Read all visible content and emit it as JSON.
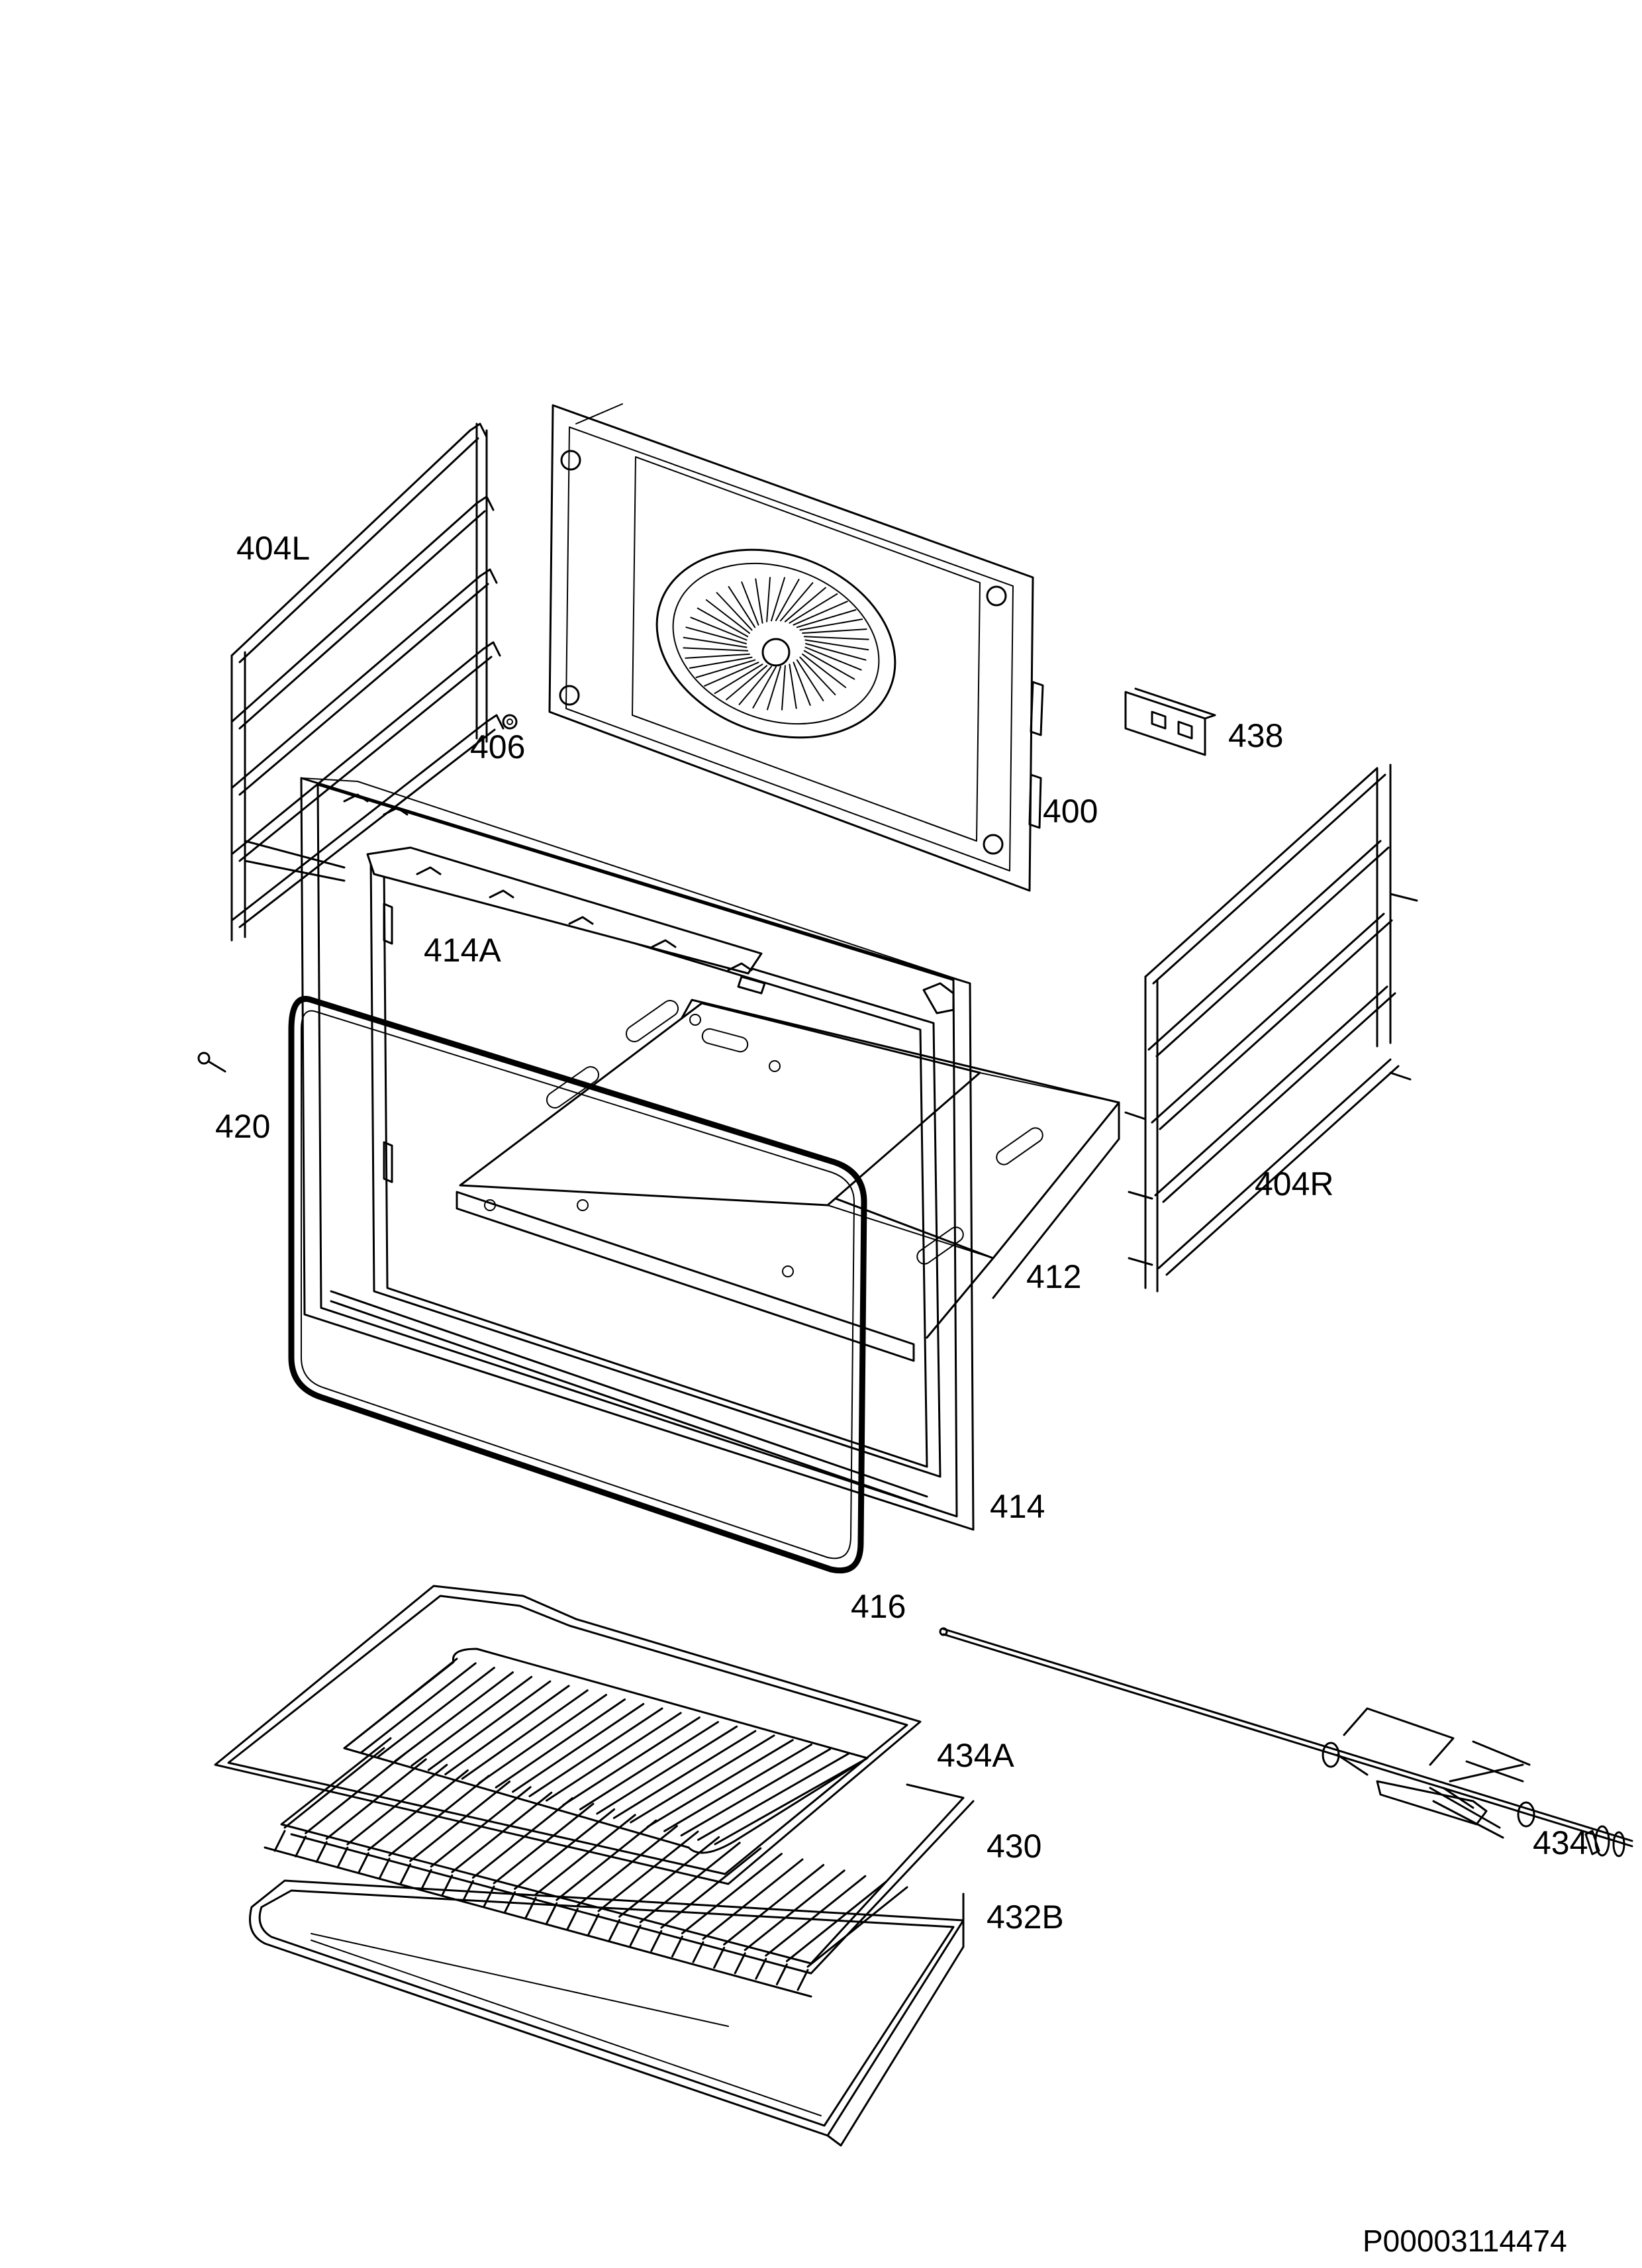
{
  "document_code": "P00003114474",
  "labels": {
    "back_panel": "400",
    "left_shelf_support": "404L",
    "right_shelf_support": "404R",
    "nut": "406",
    "cavity": "412",
    "front_frame": "414",
    "frame_cover": "414A",
    "gasket": "416",
    "screw": "420",
    "wire_shelf": "430",
    "tray": "432B",
    "rotisserie": "434",
    "grill_insert": "434A",
    "hinge_clip": "438"
  }
}
